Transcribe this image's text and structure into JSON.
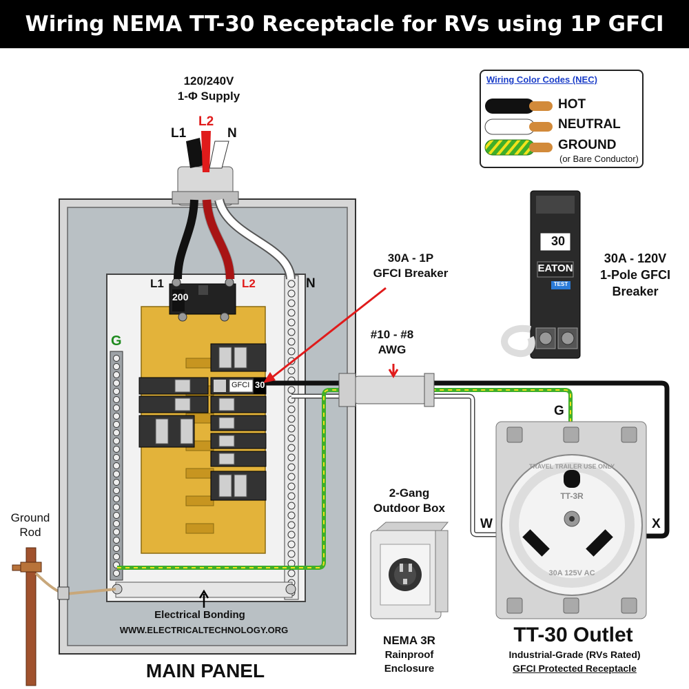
{
  "title": "Wiring NEMA TT-30 Receptacle for RVs using 1P GFCI",
  "supply": {
    "voltage": "120/240V",
    "phase": "1-Φ Supply",
    "l1": "L1",
    "l2": "L2",
    "n": "N"
  },
  "legend": {
    "heading": "Wiring Color Codes (NEC)",
    "hot": "HOT",
    "neutral": "NEUTRAL",
    "ground": "GROUND",
    "ground_note": "(or Bare Conductor)"
  },
  "panel": {
    "l1": "L1",
    "l2": "L2",
    "n": "N",
    "g": "G",
    "main_rating": "200",
    "gfci_text": "GFCI",
    "gfci_rating": "30",
    "bonding": "Electrical Bonding",
    "website": "WWW.ELECTRICALTECHNOLOGY.ORG",
    "caption": "MAIN PANEL"
  },
  "breaker_callout": {
    "line1": "30A - 1P",
    "line2": "GFCI Breaker"
  },
  "breaker_photo": {
    "rating": "30",
    "brand": "EATON",
    "test": "TEST",
    "line1": "30A - 120V",
    "line2": "1-Pole GFCI",
    "line3": "Breaker"
  },
  "wire_gauge": {
    "line1": "#10 - #8",
    "line2": "AWG"
  },
  "ground_rod": {
    "line1": "Ground",
    "line2": "Rod"
  },
  "outdoor_box": {
    "line1": "2-Gang",
    "line2": "Outdoor Box",
    "name1": "NEMA 3R",
    "name2": "Rainproof",
    "name3": "Enclosure"
  },
  "outlet": {
    "g": "G",
    "w": "W",
    "x": "X",
    "model": "TT-3R",
    "ring_text": "TRAVEL TRAILER USE ONLY",
    "rating_text": "30A 125V AC",
    "title": "TT-30 Outlet",
    "sub1": "Industrial-Grade (RVs Rated)",
    "sub2": "GFCI Protected Receptacle"
  },
  "colors": {
    "hot": "#111111",
    "l2": "#e01b1b",
    "neutral": "#ffffff",
    "ground": "#3fae2a",
    "ground_label": "#1d8a1d",
    "bus": "#e8b93a",
    "panel_bg": "#c9c9c9"
  }
}
